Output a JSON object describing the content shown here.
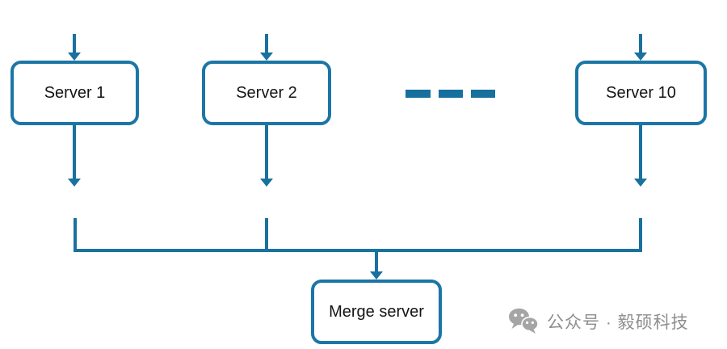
{
  "diagram": {
    "servers": [
      {
        "label": "Server 1"
      },
      {
        "label": "Server 2"
      },
      {
        "label": "Server 10"
      }
    ],
    "ellipsis": "- - -",
    "merge": {
      "label": "Merge server"
    },
    "colors": {
      "accent_line": "#19719F",
      "node_border": "#1B76A6",
      "node_fill": "#FFFFFF",
      "node_text": "#141414"
    }
  },
  "watermark": {
    "icon": "wechat-icon",
    "text": "公众号 · 毅硕科技",
    "color": "#8E8E8E"
  }
}
